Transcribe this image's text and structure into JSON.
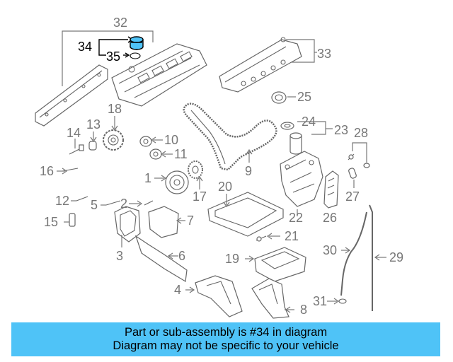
{
  "callouts": [
    {
      "id": "p32",
      "label": "32"
    },
    {
      "id": "p34",
      "label": "34"
    },
    {
      "id": "p35",
      "label": "35"
    },
    {
      "id": "p33",
      "label": "33"
    },
    {
      "id": "p25",
      "label": "25"
    },
    {
      "id": "p18",
      "label": "18"
    },
    {
      "id": "p13",
      "label": "13"
    },
    {
      "id": "p14",
      "label": "14"
    },
    {
      "id": "p10",
      "label": "10"
    },
    {
      "id": "p11",
      "label": "11"
    },
    {
      "id": "p16",
      "label": "16"
    },
    {
      "id": "p1",
      "label": "1"
    },
    {
      "id": "p17",
      "label": "17"
    },
    {
      "id": "p9",
      "label": "9"
    },
    {
      "id": "p24",
      "label": "24"
    },
    {
      "id": "p23",
      "label": "23"
    },
    {
      "id": "p28",
      "label": "28"
    },
    {
      "id": "p12",
      "label": "12"
    },
    {
      "id": "p5",
      "label": "5"
    },
    {
      "id": "p2",
      "label": "2"
    },
    {
      "id": "p20",
      "label": "20"
    },
    {
      "id": "p15",
      "label": "15"
    },
    {
      "id": "p7",
      "label": "7"
    },
    {
      "id": "p22",
      "label": "22"
    },
    {
      "id": "p26",
      "label": "26"
    },
    {
      "id": "p27",
      "label": "27"
    },
    {
      "id": "p21",
      "label": "21"
    },
    {
      "id": "p3",
      "label": "3"
    },
    {
      "id": "p6",
      "label": "6"
    },
    {
      "id": "p19",
      "label": "19"
    },
    {
      "id": "p30",
      "label": "30"
    },
    {
      "id": "p29",
      "label": "29"
    },
    {
      "id": "p4",
      "label": "4"
    },
    {
      "id": "p31",
      "label": "31"
    },
    {
      "id": "p8",
      "label": "8"
    }
  ],
  "highlight_part": "34",
  "colors": {
    "highlight": "#4fc3f7",
    "lines": "#777777",
    "banner": "#4fc3f7"
  },
  "banner": {
    "line1": "Part or sub-assembly is #34 in diagram",
    "line2": "Diagram may not be specific to your vehicle"
  }
}
